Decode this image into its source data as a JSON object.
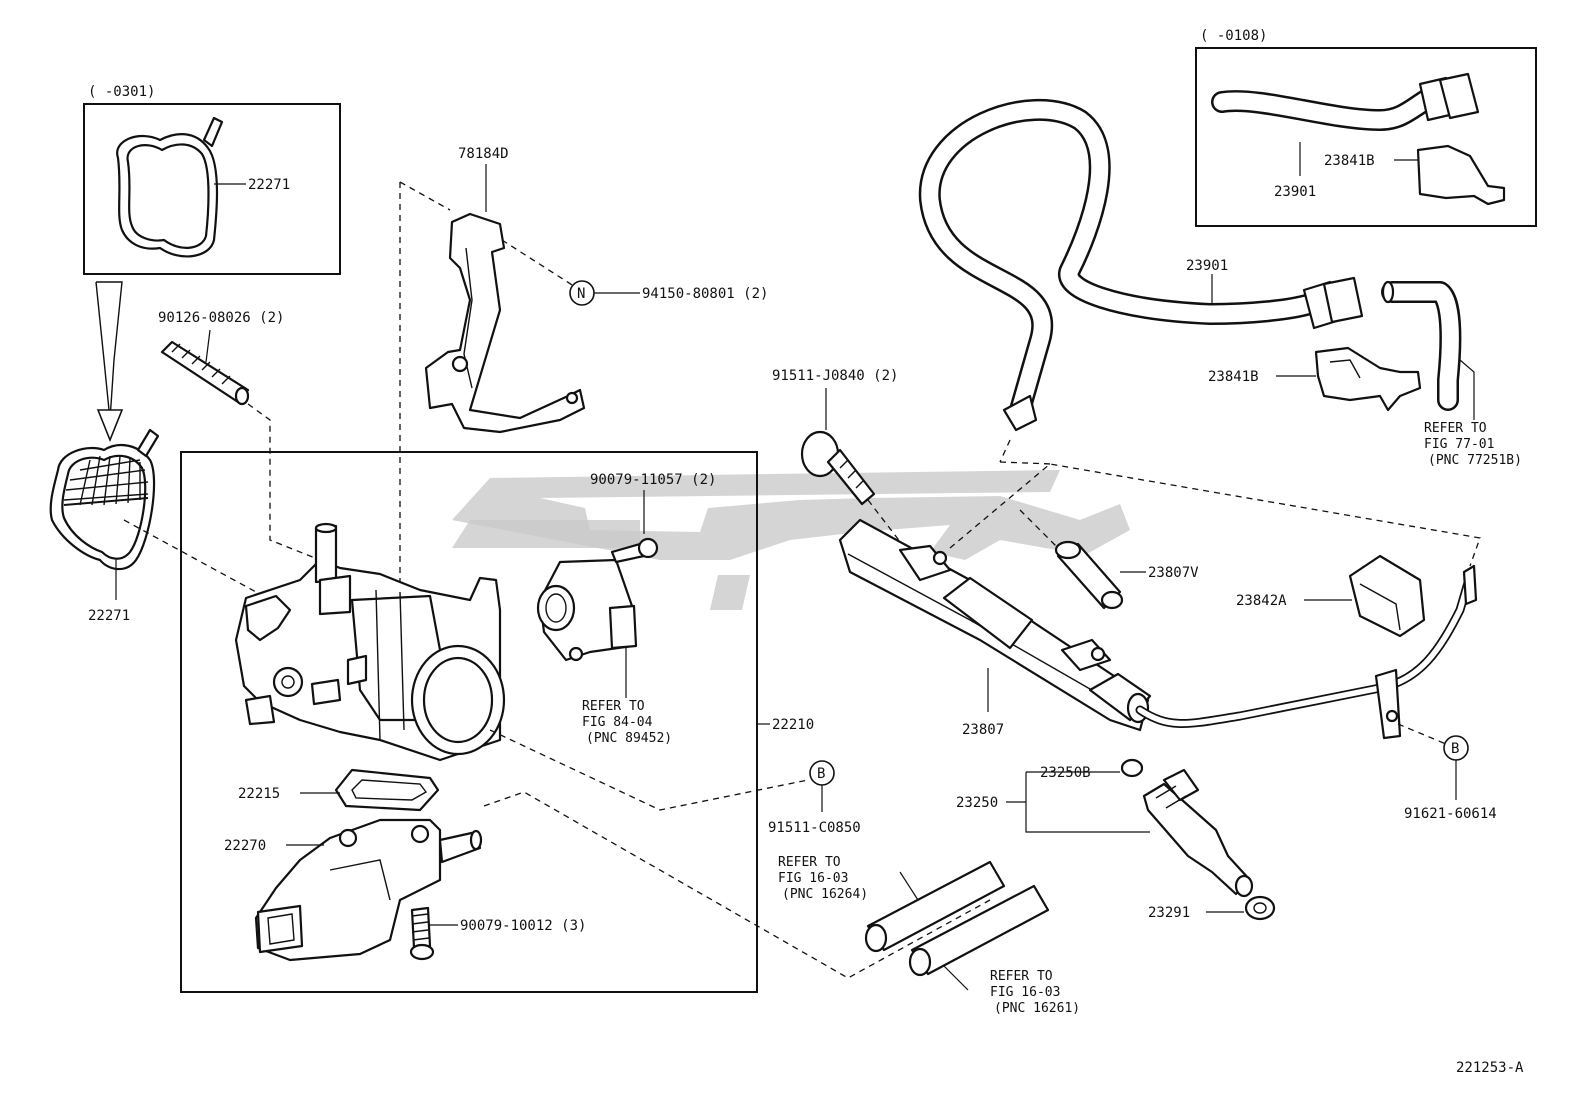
{
  "diagram": {
    "sheet_id": "221253-A",
    "inset_top_left": {
      "code": "(      -0301)",
      "part": "22271"
    },
    "inset_top_right": {
      "code": "(      -0108)",
      "hose": "23901",
      "clip": "23841B"
    },
    "labels": {
      "gasket_main": "22271",
      "stud": "90126-08026 (2)",
      "bracket": "78184D",
      "nut_symbol": "N",
      "nut": "94150-80801 (2)",
      "screw_sensor": "90079-11057 (2)",
      "sensor_ref_1": "REFER TO",
      "sensor_ref_2": "FIG 84-04",
      "sensor_ref_3": "(PNC 89452)",
      "throttle_body": "22210",
      "gasket_iac": "22215",
      "iac_valve": "22270",
      "screw_iac": "90079-10012 (3)",
      "bolt_b_symbol": "B",
      "bolt_b": "91511-C0850",
      "bolt_rail": "91511-J0840 (2)",
      "hose_main": "23901",
      "clip_main": "23841B",
      "fig77_1": "REFER TO",
      "fig77_2": "FIG 77-01",
      "fig77_3": "(PNC 77251B)",
      "damper": "23807V",
      "clamp": "23842A",
      "delivery_pipe": "23807",
      "injector_assy": "23250",
      "oring": "23250B",
      "insulator": "23291",
      "bolt_b2_symbol": "B",
      "bolt_b2": "91621-60614",
      "fig16a_1": "REFER TO",
      "fig16a_2": "FIG 16-03",
      "fig16a_3": "(PNC 16264)",
      "fig16b_1": "REFER TO",
      "fig16b_2": "FIG 16-03",
      "fig16b_3": "(PNC 16261)"
    }
  }
}
